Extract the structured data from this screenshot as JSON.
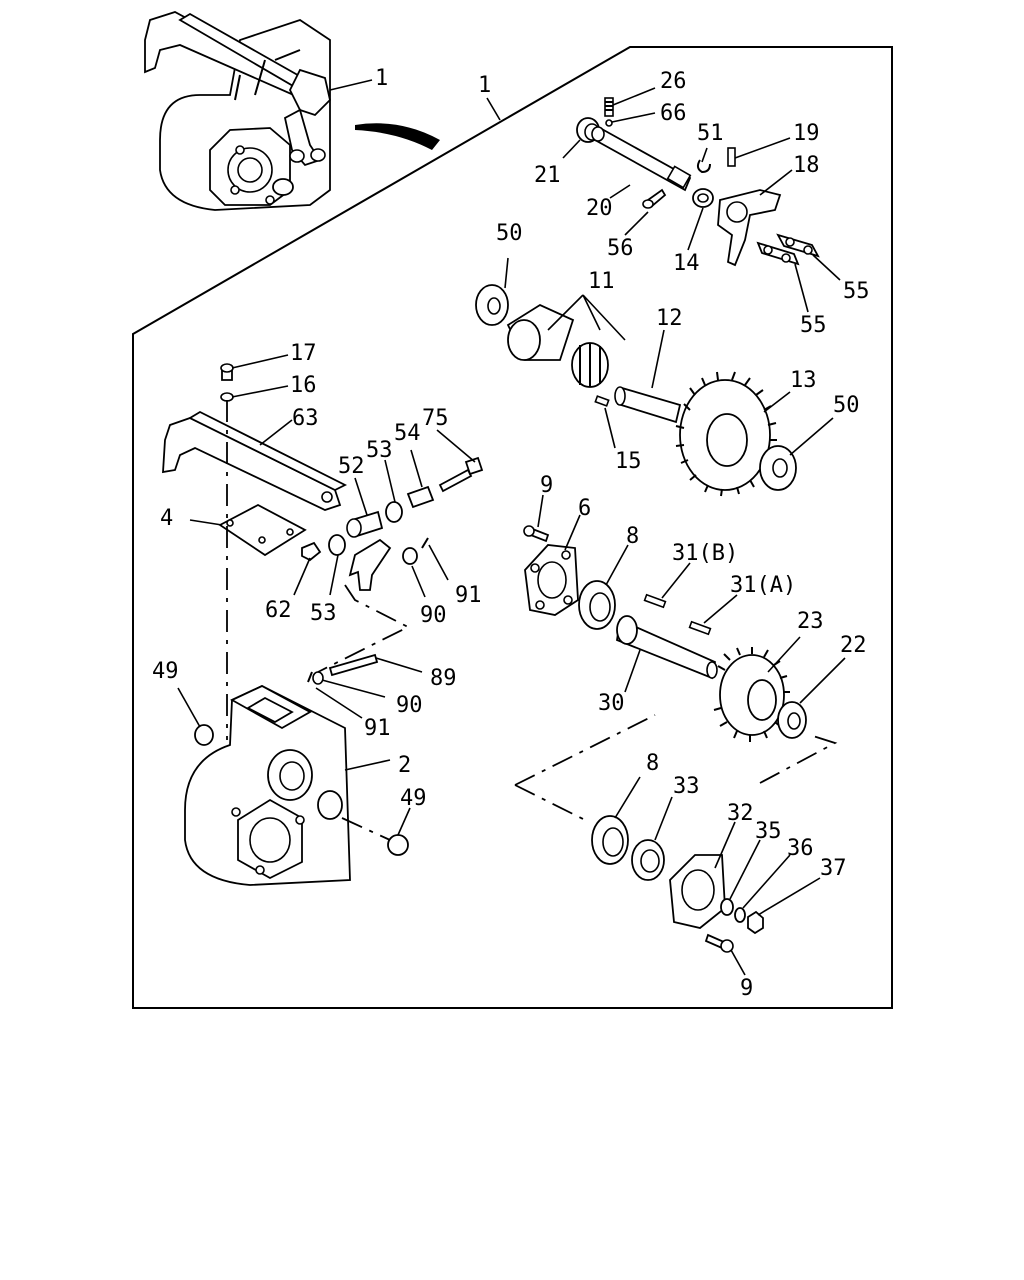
{
  "labels": {
    "p1_top": "1",
    "p1_frame": "1",
    "p26": "26",
    "p66": "66",
    "p51": "51",
    "p19": "19",
    "p21": "21",
    "p18": "18",
    "p20": "20",
    "p56": "56",
    "p14": "14",
    "p50_top": "50",
    "p11": "11",
    "p55_a": "55",
    "p55_b": "55",
    "p12": "12",
    "p17": "17",
    "p16": "16",
    "p63": "63",
    "p13": "13",
    "p50_right": "50",
    "p75": "75",
    "p54": "54",
    "p53_top": "53",
    "p52": "52",
    "p15": "15",
    "p9_top": "9",
    "p6": "6",
    "p4": "4",
    "p8_top": "8",
    "p31b": "31(B)",
    "p31a": "31(A)",
    "p62": "62",
    "p53_bot": "53",
    "p90_a": "90",
    "p91_a": "91",
    "p23": "23",
    "p22": "22",
    "p49_a": "49",
    "p89": "89",
    "p30": "30",
    "p90_b": "90",
    "p91_b": "91",
    "p2": "2",
    "p8_bot": "8",
    "p49_b": "49",
    "p33": "33",
    "p32": "32",
    "p35": "35",
    "p36": "36",
    "p37": "37",
    "p9_bot": "9"
  }
}
